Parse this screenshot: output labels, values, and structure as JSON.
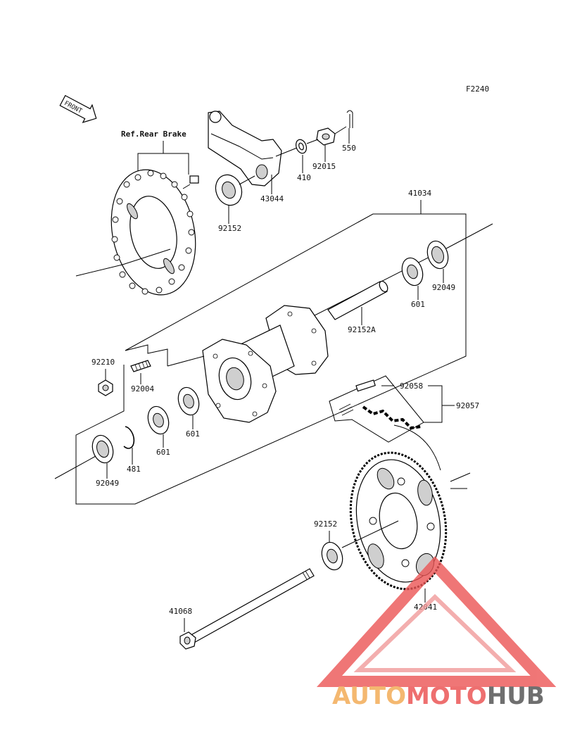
{
  "figure_code": "F2240",
  "front_arrow": "FRONT",
  "ref_note": "Ref.Rear Brake",
  "labels": {
    "p550": "550",
    "p410": "410",
    "p92015": "92015",
    "p43044": "43044",
    "p92152_top": "92152",
    "p41034": "41034",
    "p92049_right": "92049",
    "p601_right": "601",
    "p92152A": "92152A",
    "p92210": "92210",
    "p92004": "92004",
    "p92058": "92058",
    "p92057": "92057",
    "p601_mid": "601",
    "p601_left": "601",
    "p481": "481",
    "p92049_left": "92049",
    "p92152_mid": "92152",
    "p42041": "42041",
    "p41068": "41068"
  },
  "watermark": {
    "part1": "AUTO",
    "part2": "MOTO",
    "part3": "HUB",
    "colors": {
      "part1": "#f4b870",
      "part2": "#ee6f6f",
      "part3": "#6f6f6f",
      "triangle": "#ec5555"
    }
  }
}
